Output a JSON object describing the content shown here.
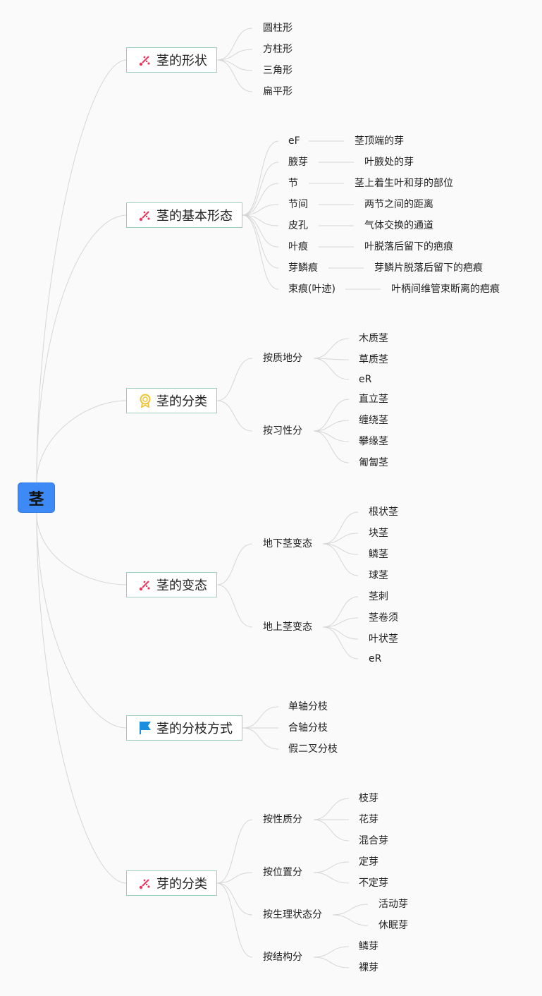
{
  "root": {
    "label": "茎"
  },
  "branches": [
    {
      "label": "茎的形状",
      "icon": "sparkle-icon",
      "items": [
        "圆柱形",
        "方柱形",
        "三角形",
        "扁平形"
      ]
    },
    {
      "label": "茎的基本形态",
      "icon": "sparkle-icon",
      "items": [
        {
          "term": "eF",
          "desc": "茎顶端的芽"
        },
        {
          "term": "腋芽",
          "desc": "叶腋处的芽"
        },
        {
          "term": "节",
          "desc": "茎上着生叶和芽的部位"
        },
        {
          "term": "节间",
          "desc": "两节之间的距离"
        },
        {
          "term": "皮孔",
          "desc": "气体交换的通道"
        },
        {
          "term": "叶痕",
          "desc": "叶脱落后留下的疤痕"
        },
        {
          "term": "芽鳞痕",
          "desc": "芽鳞片脱落后留下的疤痕"
        },
        {
          "term": "束痕(叶迹)",
          "desc": "叶柄间维管束断离的疤痕"
        }
      ]
    },
    {
      "label": "茎的分类",
      "icon": "award-icon",
      "groups": [
        {
          "label": "按质地分",
          "items": [
            "木质茎",
            "草质茎",
            "eR"
          ]
        },
        {
          "label": "按习性分",
          "items": [
            "直立茎",
            "缠绕茎",
            "攀缘茎",
            "匍匐茎"
          ]
        }
      ]
    },
    {
      "label": "茎的变态",
      "icon": "sparkle-icon",
      "groups": [
        {
          "label": "地下茎变态",
          "items": [
            "根状茎",
            "块茎",
            "鳞茎",
            "球茎"
          ]
        },
        {
          "label": "地上茎变态",
          "items": [
            "茎刺",
            "茎卷须",
            "叶状茎",
            "eR"
          ]
        }
      ]
    },
    {
      "label": "茎的分枝方式",
      "icon": "flag-icon",
      "items": [
        "单轴分枝",
        "合轴分枝",
        "假二叉分枝"
      ]
    },
    {
      "label": "芽的分类",
      "icon": "sparkle-icon",
      "groups": [
        {
          "label": "按性质分",
          "items": [
            "枝芽",
            "花芽",
            "混合芽"
          ]
        },
        {
          "label": "按位置分",
          "items": [
            "定芽",
            "不定芽"
          ]
        },
        {
          "label": "按生理状态分",
          "items": [
            "活动芽",
            "休眠芽"
          ]
        },
        {
          "label": "按结构分",
          "items": [
            "鳞芽",
            "裸芽"
          ]
        }
      ]
    }
  ],
  "colors": {
    "root": "#3d8af7",
    "topic_border": "#9dcfc0",
    "link": "#d6d6d6",
    "sparkle": "#e8365d",
    "award": "#f2c230",
    "flag": "#1a8fe0"
  }
}
